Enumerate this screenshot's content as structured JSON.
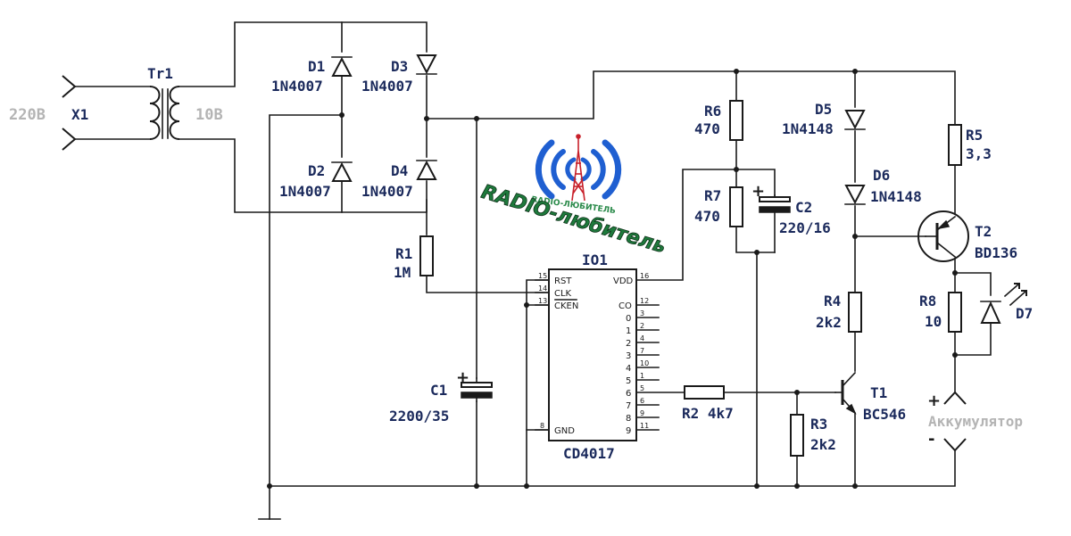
{
  "labels": {
    "x1_voltage": "220В",
    "x1": "X1",
    "tr1": "Tr1",
    "tr1_voltage": "10В",
    "d1": "D1",
    "d1_val": "1N4007",
    "d2": "D2",
    "d2_val": "1N4007",
    "d3": "D3",
    "d3_val": "1N4007",
    "d4": "D4",
    "d4_val": "1N4007",
    "r1": "R1",
    "r1_val": "1M",
    "c1": "C1",
    "c1_val": "2200/35",
    "io1": "IO1",
    "io1_type": "CD4017",
    "r2": "R2 4k7",
    "r6": "R6",
    "r6_val": "470",
    "r7": "R7",
    "r7_val": "470",
    "c2": "C2",
    "c2_val": "220/16",
    "d5": "D5",
    "d5_val": "1N4148",
    "d6": "D6",
    "d6_val": "1N4148",
    "r5": "R5",
    "r5_val": "3,3",
    "t2": "T2",
    "t2_val": "BD136",
    "r4": "R4",
    "r4_val": "2k2",
    "r8": "R8",
    "r8_val": "10",
    "d7": "D7",
    "r3": "R3",
    "r3_val": "2k2",
    "t1": "T1",
    "t1_val": "BC546",
    "battery": "Аккумулятор",
    "plus": "+",
    "minus": "-"
  },
  "ic_pins": {
    "left": [
      {
        "num": "15",
        "name": "RST"
      },
      {
        "num": "14",
        "name": "CLK"
      },
      {
        "num": "13",
        "name": "CKEN"
      },
      {
        "num": "8",
        "name": "GND"
      }
    ],
    "vdd": {
      "num": "16",
      "name": "VDD"
    },
    "right": [
      {
        "num": "12",
        "name": "CO"
      },
      {
        "num": "3",
        "name": "0"
      },
      {
        "num": "2",
        "name": "1"
      },
      {
        "num": "4",
        "name": "2"
      },
      {
        "num": "7",
        "name": "3"
      },
      {
        "num": "10",
        "name": "4"
      },
      {
        "num": "1",
        "name": "5"
      },
      {
        "num": "5",
        "name": "6"
      },
      {
        "num": "6",
        "name": "7"
      },
      {
        "num": "9",
        "name": "8"
      },
      {
        "num": "11",
        "name": "9"
      }
    ]
  },
  "logo": {
    "title": "RADIO-любитель",
    "subtitle": "RADIO-ЛЮБИТЕЛЬ",
    "colors": {
      "waves": "#1f5fd1",
      "mast": "#c8202a",
      "text": "#1e7a3c"
    }
  }
}
